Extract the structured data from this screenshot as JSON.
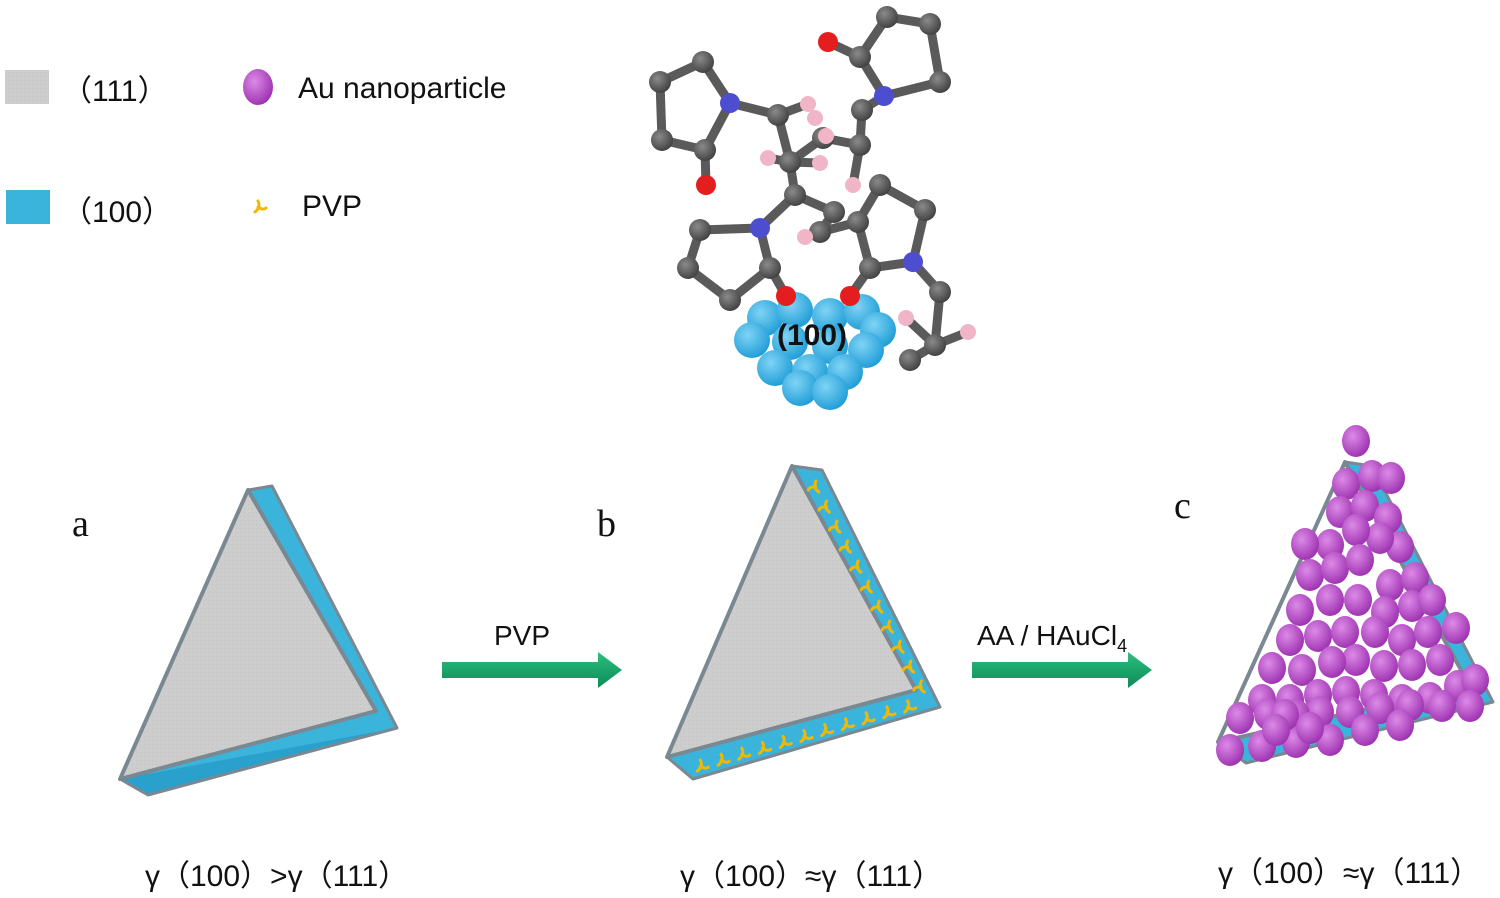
{
  "legend": {
    "face_111": "（111）",
    "face_100": "（100）",
    "au": "Au nanoparticle",
    "pvp": "PVP"
  },
  "molecule": {
    "facet_label": "(100)"
  },
  "panels": {
    "a": {
      "letter": "a",
      "caption": "γ（100）>γ（111）"
    },
    "b": {
      "letter": "b",
      "caption": "γ（100）≈γ（111）"
    },
    "c": {
      "letter": "c",
      "caption": "γ（100）≈γ（111）"
    }
  },
  "arrows": {
    "first": "PVP",
    "second_main": "AA / HAuCl",
    "second_sub": "4"
  },
  "colors": {
    "face_111": "#cfcfcf",
    "face_100": "#3bb4dc",
    "au": "#b04cc2",
    "pvp": "#f2b800",
    "arrow": "#1aa66b",
    "carbon": "#585858",
    "nitrogen": "#4d4dd0",
    "oxygen": "#e41e1e",
    "hydrogen": "#f0b6c8"
  }
}
